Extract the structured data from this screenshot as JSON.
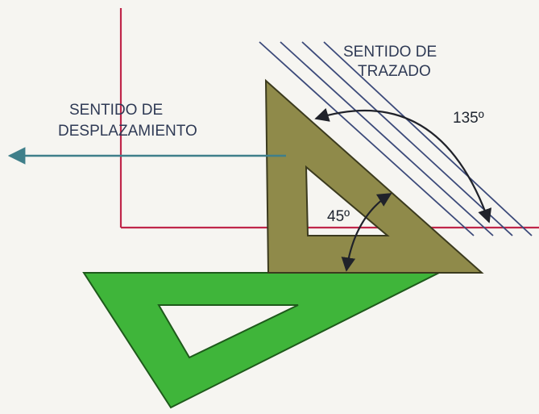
{
  "labels": {
    "sentido_trazado_line1": "SENTIDO DE",
    "sentido_trazado_line2": "TRAZADO",
    "sentido_desplazamiento_line1": "SENTIDO DE",
    "sentido_desplazamiento_line2": "DESPLAZAMIENTO",
    "angle_135": "135º",
    "angle_45": "45º"
  },
  "colors": {
    "background": "#f6f5f1",
    "reference_lines": "#c0264a",
    "hatch_lines": "#3c4a7a",
    "arrow_line": "#3f7f8a",
    "set_square_45": "#8f8a4a",
    "set_square_45_edge": "#3b3a1e",
    "set_square_30_60": "#3fb53a",
    "set_square_30_60_edge": "#1e5a1b",
    "dimension_arcs": "#20222a"
  }
}
